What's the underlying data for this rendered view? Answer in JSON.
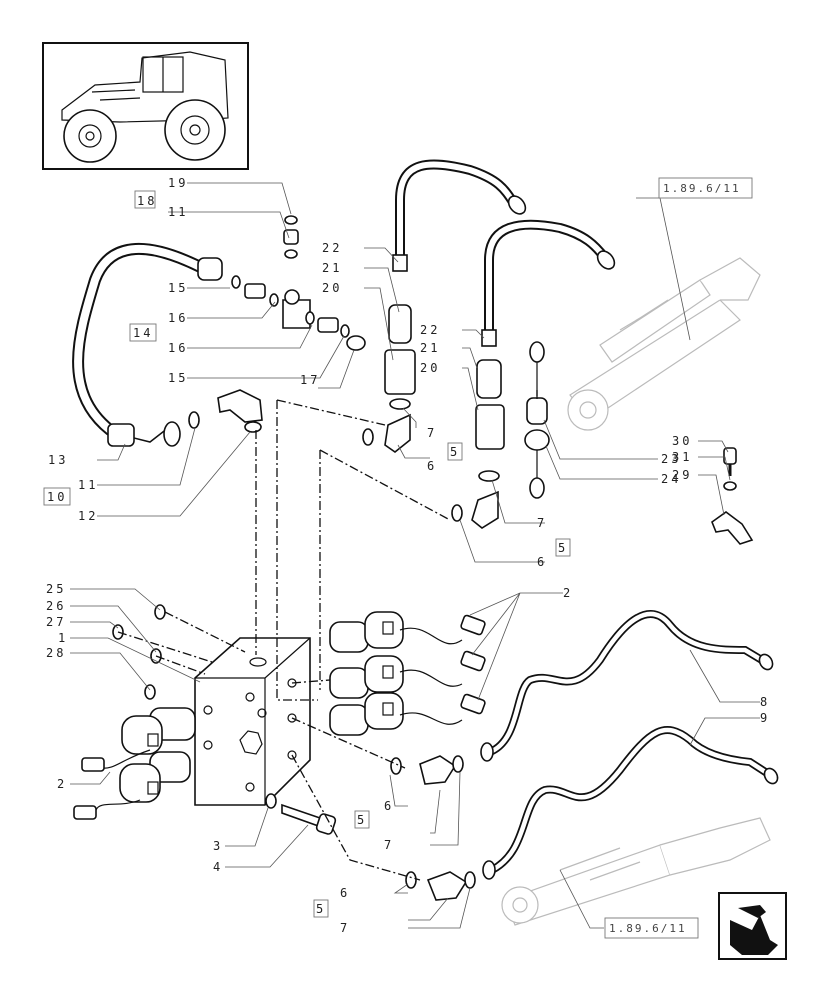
{
  "diagram": {
    "references": {
      "top_right": "1.89.6/11",
      "bottom_right": "1.89.6/11"
    },
    "callouts": [
      {
        "id": "c19",
        "text": "19"
      },
      {
        "id": "c18",
        "text": "18"
      },
      {
        "id": "c11a",
        "text": "11"
      },
      {
        "id": "c15a",
        "text": "15"
      },
      {
        "id": "c14",
        "text": "14"
      },
      {
        "id": "c16a",
        "text": "16"
      },
      {
        "id": "c16b",
        "text": "16"
      },
      {
        "id": "c15b",
        "text": "15"
      },
      {
        "id": "c17",
        "text": "17"
      },
      {
        "id": "c13",
        "text": "13"
      },
      {
        "id": "c11b",
        "text": "11"
      },
      {
        "id": "c10",
        "text": "10"
      },
      {
        "id": "c12",
        "text": "12"
      },
      {
        "id": "c22a",
        "text": "22"
      },
      {
        "id": "c21a",
        "text": "21"
      },
      {
        "id": "c20a",
        "text": "20"
      },
      {
        "id": "c7a",
        "text": "7"
      },
      {
        "id": "c5a",
        "text": "5"
      },
      {
        "id": "c6a",
        "text": "6"
      },
      {
        "id": "c22b",
        "text": "22"
      },
      {
        "id": "c21b",
        "text": "21"
      },
      {
        "id": "c20b",
        "text": "20"
      },
      {
        "id": "c7b",
        "text": "7"
      },
      {
        "id": "c5b",
        "text": "5"
      },
      {
        "id": "c6b",
        "text": "6"
      },
      {
        "id": "c23",
        "text": "23"
      },
      {
        "id": "c24",
        "text": "24"
      },
      {
        "id": "c30",
        "text": "30"
      },
      {
        "id": "c31",
        "text": "31"
      },
      {
        "id": "c29",
        "text": "29"
      },
      {
        "id": "c25",
        "text": "25"
      },
      {
        "id": "c26",
        "text": "26"
      },
      {
        "id": "c27",
        "text": "27"
      },
      {
        "id": "c1",
        "text": "1"
      },
      {
        "id": "c28",
        "text": "28"
      },
      {
        "id": "c2a",
        "text": "2"
      },
      {
        "id": "c2b",
        "text": "2"
      },
      {
        "id": "c8",
        "text": "8"
      },
      {
        "id": "c9",
        "text": "9"
      },
      {
        "id": "c6c",
        "text": "6"
      },
      {
        "id": "c5c",
        "text": "5"
      },
      {
        "id": "c7c",
        "text": "7"
      },
      {
        "id": "c3",
        "text": "3"
      },
      {
        "id": "c4",
        "text": "4"
      },
      {
        "id": "c6d",
        "text": "6"
      },
      {
        "id": "c5d",
        "text": "5"
      },
      {
        "id": "c7d",
        "text": "7"
      }
    ],
    "icons": {
      "thumbnail": "tractor-thumbnail",
      "nav": "next-page-arrow-icon"
    }
  }
}
